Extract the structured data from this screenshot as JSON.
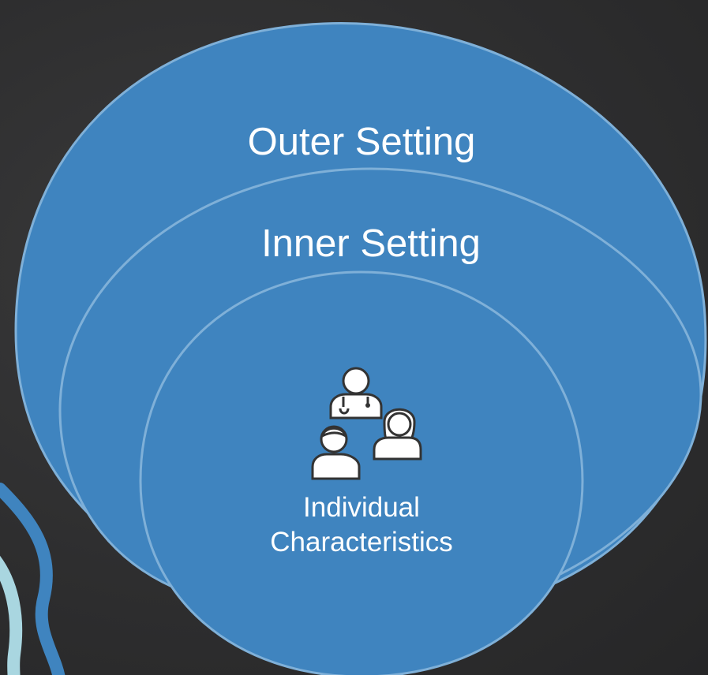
{
  "diagram": {
    "outer": {
      "label": "Outer Setting",
      "color": "#3f84bf"
    },
    "inner": {
      "label": "Inner Setting",
      "color": "#3f84bf"
    },
    "individual": {
      "line1": "Individual",
      "line2": "Characteristics",
      "color": "#3f84bf",
      "icon": "people-group-icon"
    },
    "ring_outline_color": "#7fb0d8",
    "decor_wave_colors": [
      "#3f84bf",
      "#a9d6e0"
    ]
  }
}
